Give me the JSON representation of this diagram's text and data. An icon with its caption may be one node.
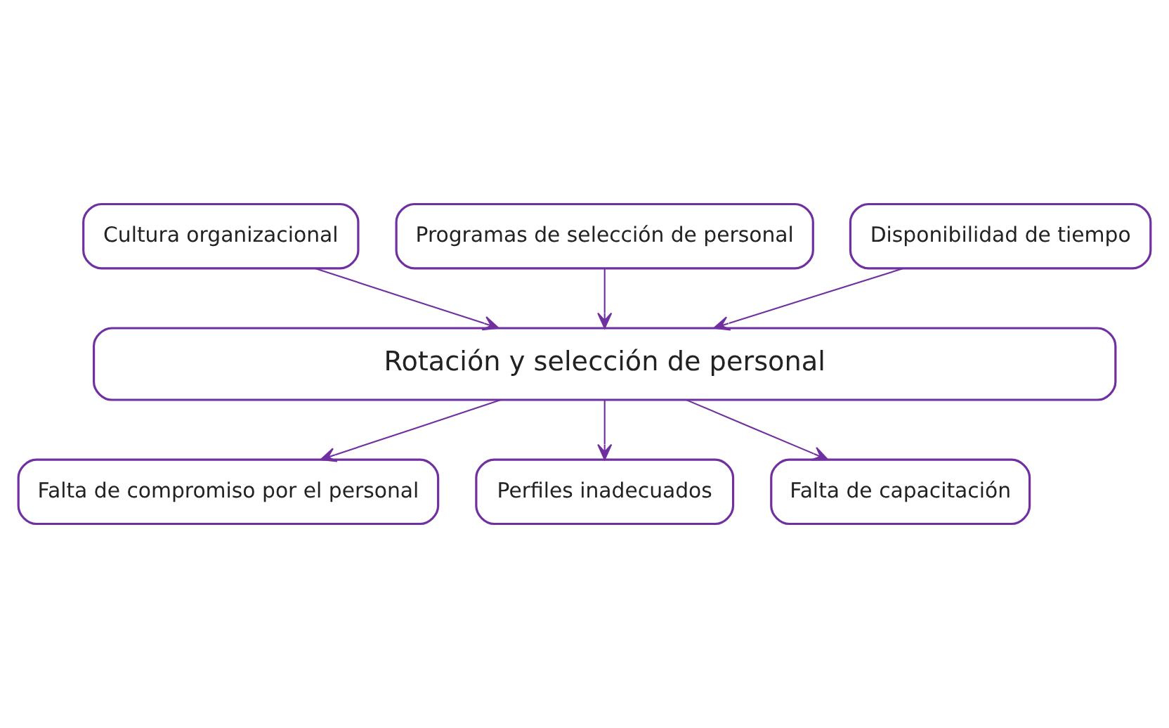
{
  "diagram": {
    "nodes": [
      {
        "text": [
          "Cultura organizacional"
        ]
      },
      {
        "text": [
          "Programas de selección de personal"
        ]
      },
      {
        "text": [
          "Disponibilidad de tiempo"
        ]
      },
      {
        "text": [
          "Rotación y selección de personal"
        ]
      },
      {
        "text": [
          "Falta de compromiso por el personal"
        ]
      },
      {
        "text": [
          "Perfiles inadecuados"
        ]
      },
      {
        "text": [
          "Falta de capacitación"
        ]
      }
    ],
    "edges": [
      {
        "from": 0,
        "to": 3,
        "arrow": "to"
      },
      {
        "from": 1,
        "to": 3,
        "arrow": "to"
      },
      {
        "from": 2,
        "to": 3,
        "arrow": "to"
      },
      {
        "from": 3,
        "to": 4,
        "arrow": "to"
      },
      {
        "from": 3,
        "to": 5,
        "arrow": "to"
      },
      {
        "from": 3,
        "to": 6,
        "arrow": "to"
      }
    ]
  }
}
